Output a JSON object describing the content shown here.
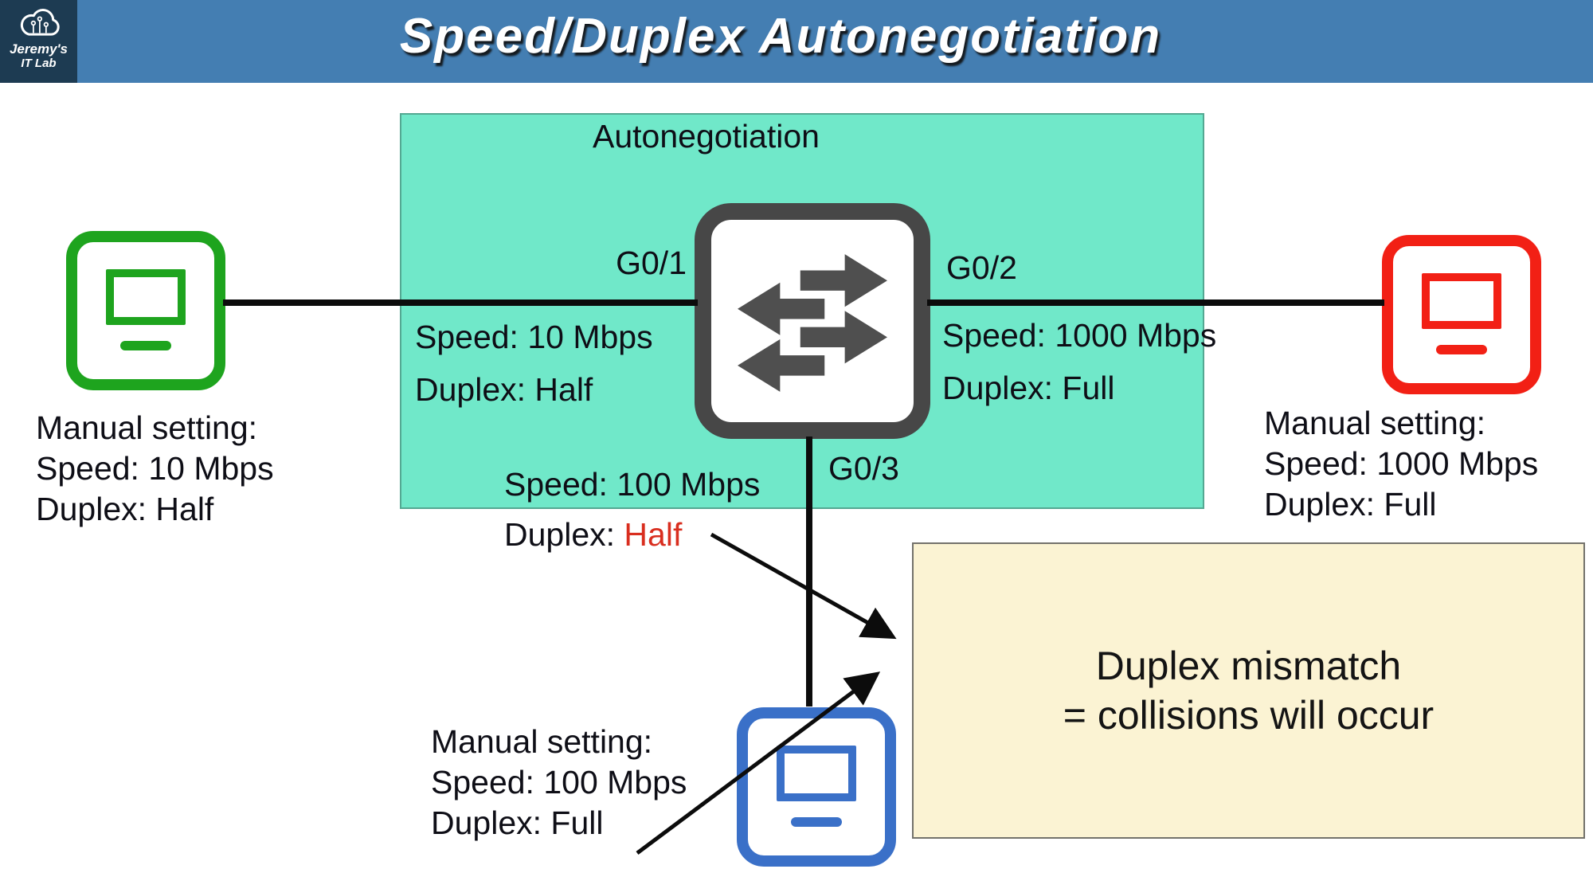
{
  "header": {
    "title": "Speed/Duplex Autonegotiation",
    "logo_line1": "Jeremy's",
    "logo_line2": "IT Lab"
  },
  "autoneg_zone": {
    "label": "Autonegotiation"
  },
  "switch": {
    "icon": "ethernet-switch-icon"
  },
  "ports": {
    "g01": {
      "label": "G0/1",
      "speed": "Speed: 10 Mbps",
      "duplex": "Duplex: Half"
    },
    "g02": {
      "label": "G0/2",
      "speed": "Speed: 1000 Mbps",
      "duplex": "Duplex: Full"
    },
    "g03": {
      "label": "G0/3",
      "speed": "Speed: 100 Mbps",
      "duplex_prefix": "Duplex: ",
      "duplex_value": "Half"
    }
  },
  "hosts": {
    "left": {
      "line1": "Manual setting:",
      "line2": "Speed: 10 Mbps",
      "line3": "Duplex: Half"
    },
    "right": {
      "line1": "Manual setting:",
      "line2": "Speed: 1000 Mbps",
      "line3": "Duplex: Full"
    },
    "bottom": {
      "line1": "Manual setting:",
      "line2": "Speed: 100 Mbps",
      "line3": "Duplex: Full"
    }
  },
  "callout": {
    "line1": "Duplex mismatch",
    "line2": "= collisions will occur"
  },
  "colors": {
    "header_bg": "#447eb2",
    "logo_bg": "#1d3b52",
    "autoneg_bg": "#70e8c9",
    "callout_bg": "#fbf3d3",
    "host_left_green": "#1ea41e",
    "host_right_red": "#f22015",
    "host_bottom_blue": "#3a70c8",
    "switch_gray": "#474747",
    "mismatch_red": "#d92e1f",
    "cable_black": "#0c0c0c"
  }
}
